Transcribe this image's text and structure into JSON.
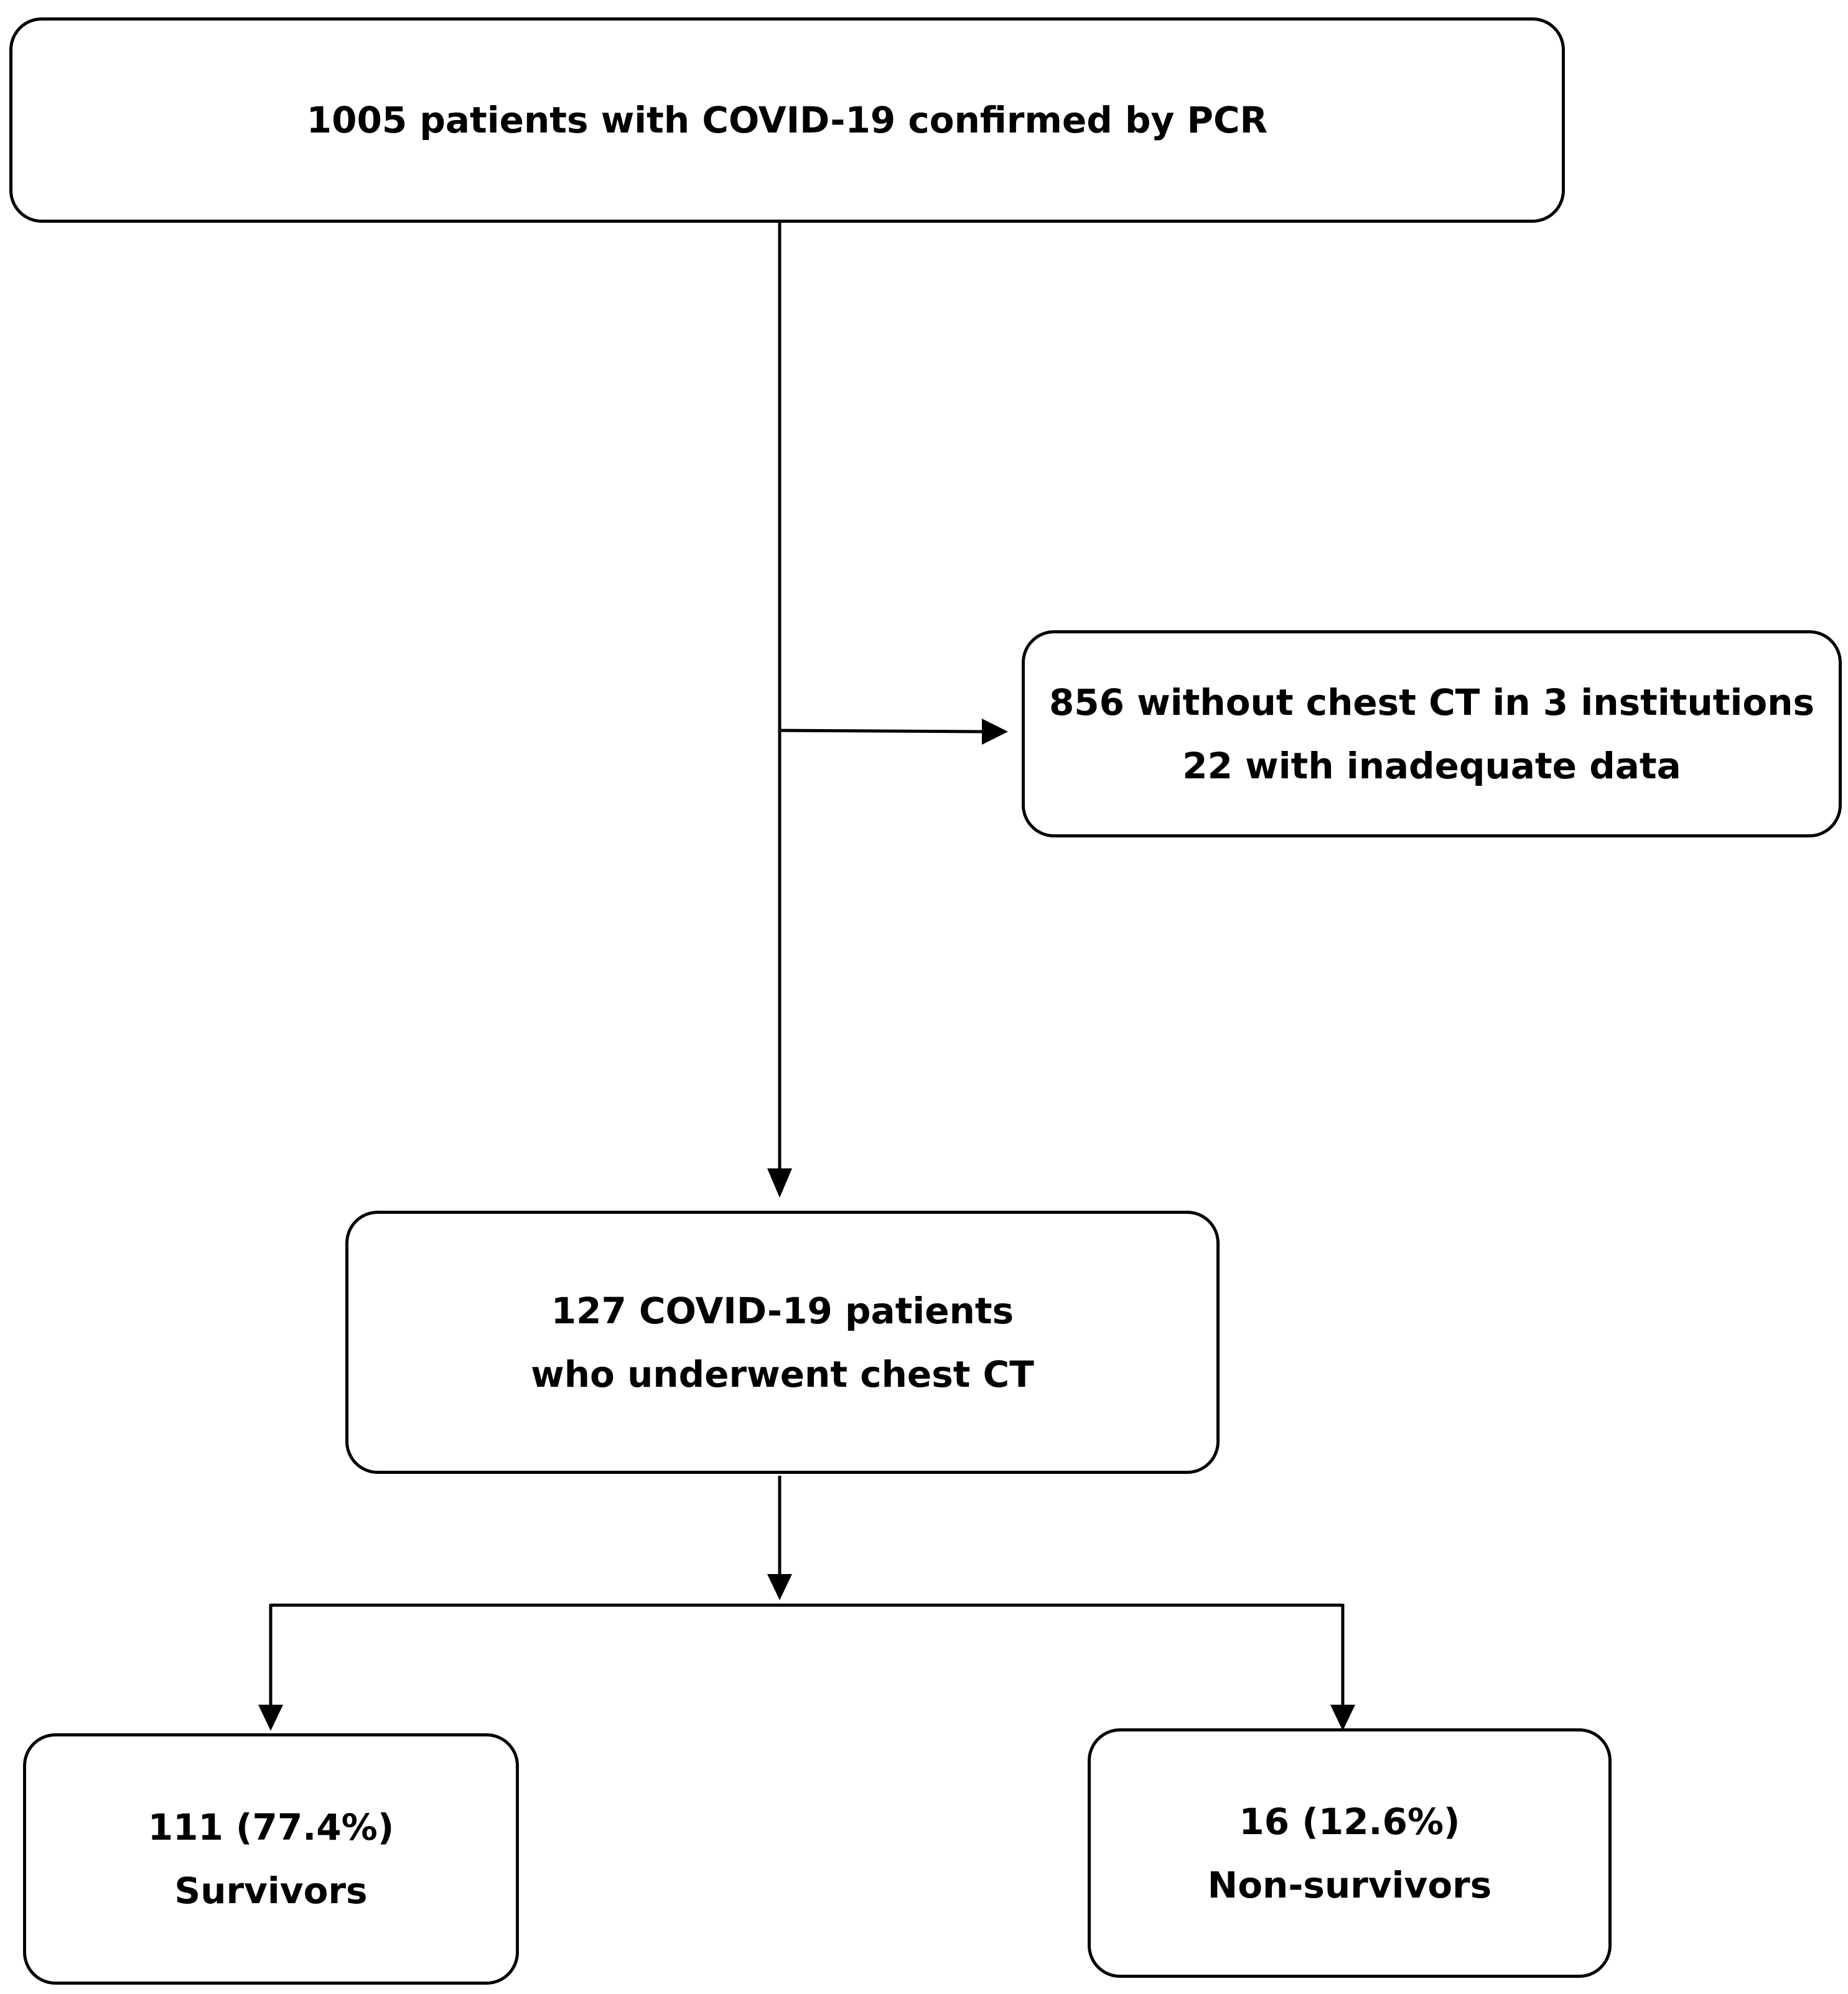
{
  "flowchart": {
    "enrolled": {
      "text": "1005 patients with COVID-19 confirmed by PCR"
    },
    "excluded": {
      "line1": "856 without chest CT in 3 institutions",
      "line2": "22 with inadequate data"
    },
    "included": {
      "line1": "127 COVID-19 patients",
      "line2": "who underwent chest CT"
    },
    "survivors": {
      "line1": "111 (77.4%)",
      "line2": "Survivors"
    },
    "non_survivors": {
      "line1": "16 (12.6%)",
      "line2": "Non-survivors"
    }
  },
  "colors": {
    "stroke": "#000000",
    "background": "#ffffff"
  }
}
